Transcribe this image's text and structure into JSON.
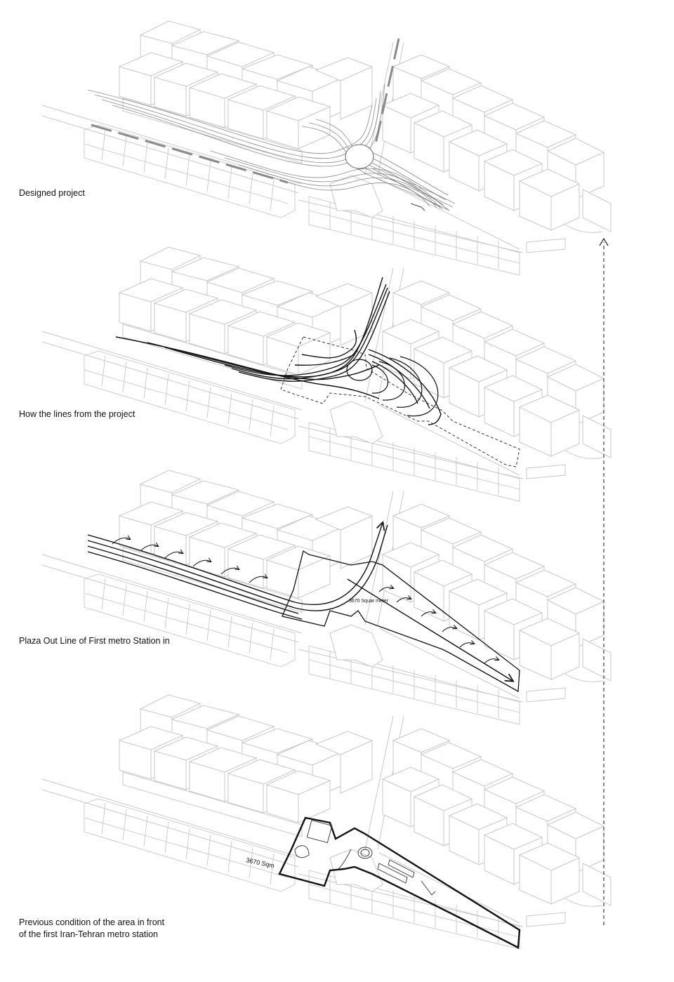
{
  "panels": [
    {
      "caption": [
        "Designed project"
      ]
    },
    {
      "caption": [
        "How the lines from the project"
      ]
    },
    {
      "caption": [
        "Plaza Out Line of First metro Station in"
      ],
      "area_label": "3670 Squar meter"
    },
    {
      "caption": [
        "Previous condition of the area in front",
        "of the first Iran-Tehran metro station"
      ],
      "area_label": "3670 Sqm"
    }
  ],
  "colors": {
    "building_stroke": "#c8c8c8",
    "line": "#111111",
    "contour": "#8a8a8a"
  }
}
